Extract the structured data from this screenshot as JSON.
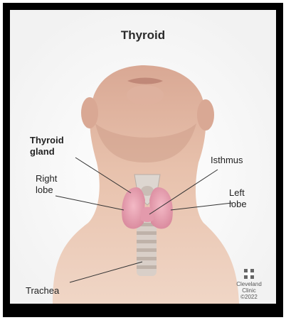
{
  "title": "Thyroid",
  "labels": {
    "thyroid_gland": [
      "Thyroid",
      "gland"
    ],
    "right_lobe": [
      "Right",
      "lobe"
    ],
    "isthmus": "Isthmus",
    "left_lobe": [
      "Left",
      "lobe"
    ],
    "trachea": "Trachea"
  },
  "logo": {
    "line1": "Cleveland",
    "line2": "Clinic",
    "copyright": "©2022"
  },
  "colors": {
    "skin": "#e8c2ad",
    "skin_shadow": "#c99a86",
    "gland": "#eaa3b3",
    "trachea": "#d9cfc8",
    "frame": "#000000"
  }
}
